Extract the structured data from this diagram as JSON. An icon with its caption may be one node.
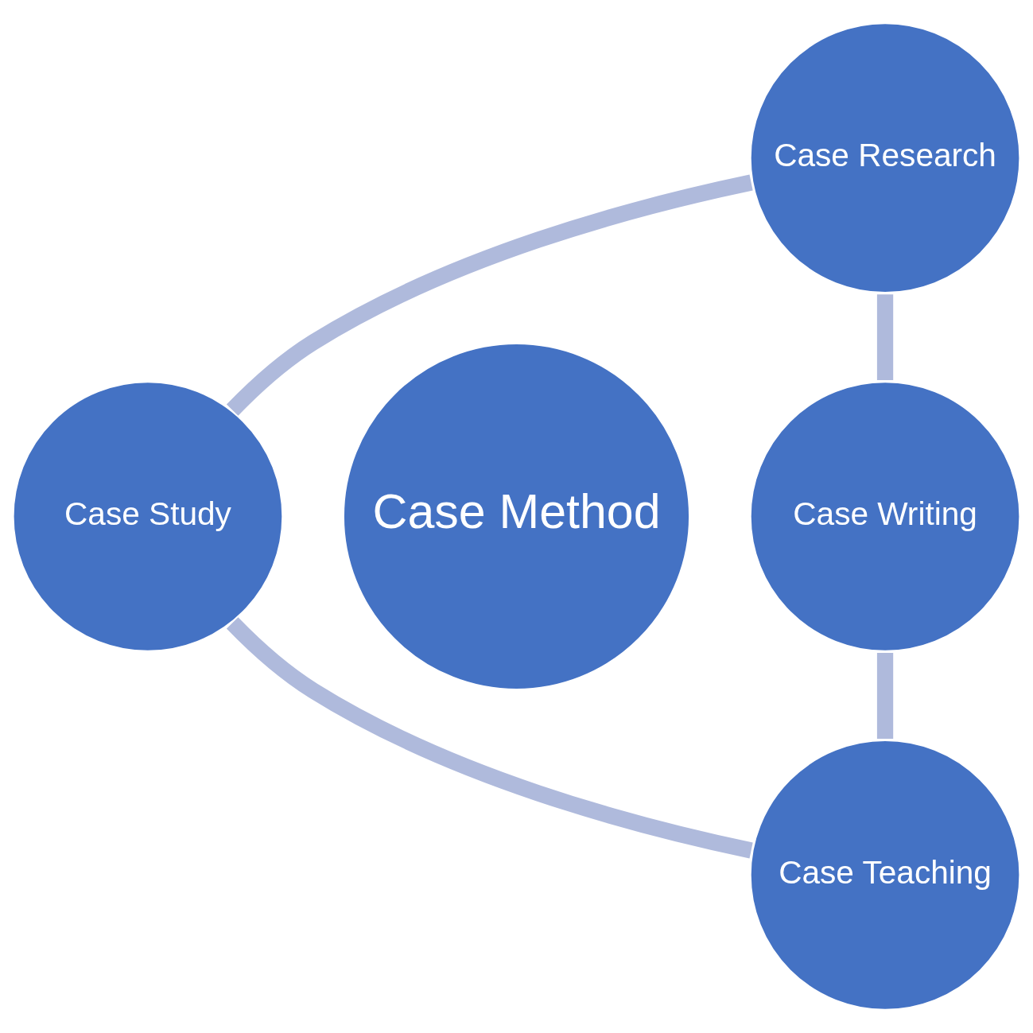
{
  "diagram": {
    "nodes": [
      {
        "text": [
          "Case Research"
        ]
      },
      {
        "text": [
          "Case Study"
        ]
      },
      {
        "text": [
          "Case Method"
        ]
      },
      {
        "text": [
          "Case Writing"
        ]
      },
      {
        "text": [
          "Case Teaching"
        ]
      }
    ],
    "edges": [
      {
        "from": 0,
        "to": 3,
        "arrow": "none"
      },
      {
        "from": 3,
        "to": 4,
        "arrow": "none"
      },
      {
        "from": 4,
        "to": 1,
        "arrow": "none"
      },
      {
        "from": 1,
        "to": 0,
        "arrow": "none"
      }
    ]
  }
}
